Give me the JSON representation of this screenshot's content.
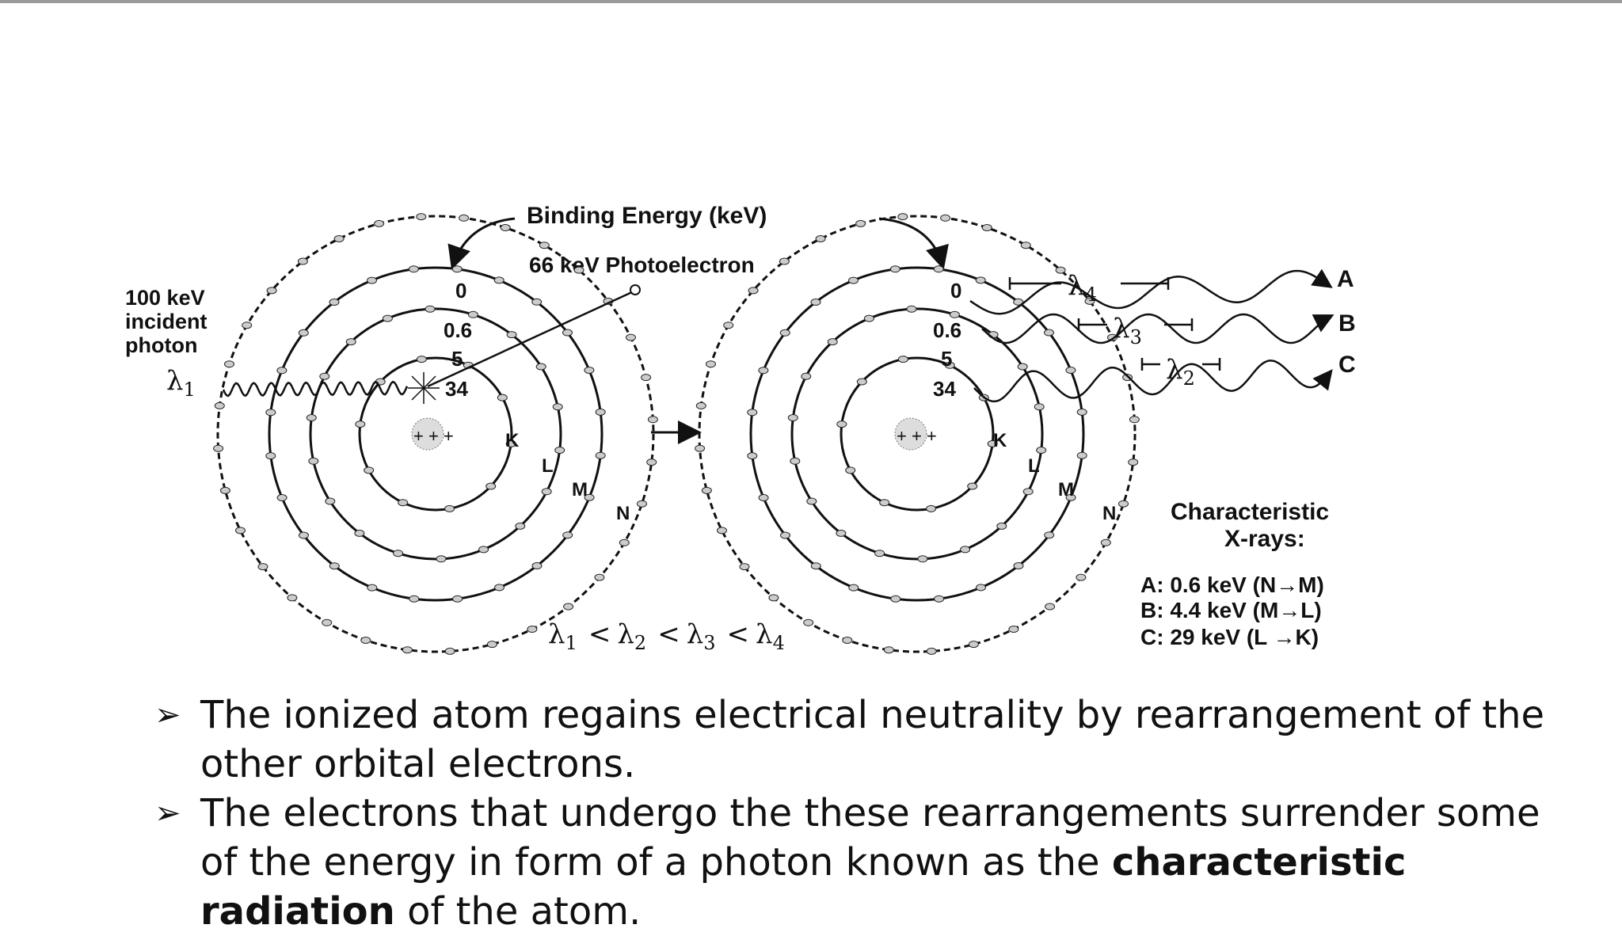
{
  "diagram": {
    "binding_energy_label": "Binding Energy (keV)",
    "photoelectron_label": "66 keV Photoelectron",
    "incident_photon_lines": [
      "100 keV",
      "incident",
      "photon"
    ],
    "energy_levels": [
      "0",
      "0.6",
      "5",
      "34"
    ],
    "shells": [
      "K",
      "L",
      "M",
      "N"
    ],
    "xray_letters": [
      "A",
      "B",
      "C"
    ],
    "lambda_symbol": "λ",
    "lambda_subs": [
      "1",
      "2",
      "3",
      "4"
    ],
    "characteristic_title": [
      "Characteristic",
      "X-rays:"
    ],
    "transitions": [
      "A: 0.6 keV (N→M)",
      "B: 4.4 keV (M→L)",
      "C: 29 keV  (L →K)"
    ],
    "inequality": {
      "symbol": "λ",
      "subs": [
        "1",
        "2",
        "3",
        "4"
      ],
      "op": "<"
    }
  },
  "bullets": {
    "marker": "➢",
    "item1": "The ionized atom regains electrical neutrality by rearrangement of the other orbital electrons.",
    "item2_text": "The electrons that undergo the these rearrangements surrender some of the energy in form of a photon known as the ",
    "item2_bold": "characteristic radiation",
    "item2_tail": " of the atom."
  }
}
